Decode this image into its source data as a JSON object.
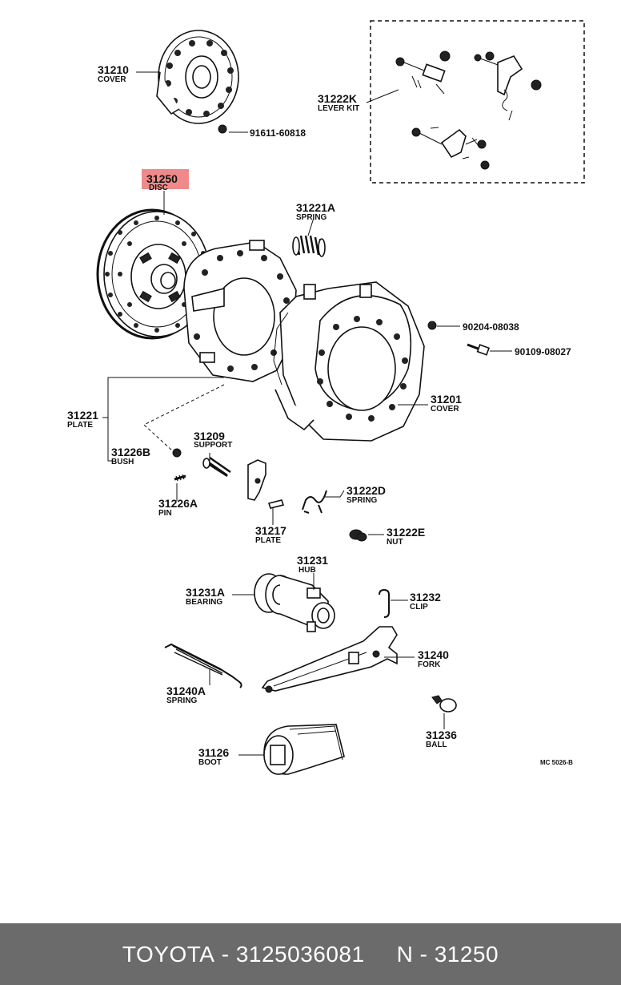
{
  "parts": [
    {
      "id": "p31210",
      "number": "31210",
      "name": "COVER"
    },
    {
      "id": "p31222K",
      "number": "31222K",
      "name": "LEVER KIT"
    },
    {
      "id": "p91611",
      "number": "91611-60818",
      "name": ""
    },
    {
      "id": "p31250",
      "number": "31250",
      "name": "DISC",
      "highlighted": true
    },
    {
      "id": "p31221A",
      "number": "31221A",
      "name": "SPRING"
    },
    {
      "id": "p90204",
      "number": "90204-08038",
      "name": ""
    },
    {
      "id": "p90109",
      "number": "90109-08027",
      "name": ""
    },
    {
      "id": "p31201",
      "number": "31201",
      "name": "COVER"
    },
    {
      "id": "p31221",
      "number": "31221",
      "name": "PLATE"
    },
    {
      "id": "p31209",
      "number": "31209",
      "name": "SUPPORT"
    },
    {
      "id": "p31226B",
      "number": "31226B",
      "name": "BUSH"
    },
    {
      "id": "p31226A",
      "number": "31226A",
      "name": "PIN"
    },
    {
      "id": "p31222D",
      "number": "31222D",
      "name": "SPRING"
    },
    {
      "id": "p31217",
      "number": "31217",
      "name": "PLATE"
    },
    {
      "id": "p31222E",
      "number": "31222E",
      "name": "NUT"
    },
    {
      "id": "p31231",
      "number": "31231",
      "name": "HUB"
    },
    {
      "id": "p31231A",
      "number": "31231A",
      "name": "BEARING"
    },
    {
      "id": "p31232",
      "number": "31232",
      "name": "CLIP"
    },
    {
      "id": "p31240",
      "number": "31240",
      "name": "FORK"
    },
    {
      "id": "p31240A",
      "number": "31240A",
      "name": "SPRING"
    },
    {
      "id": "p31236",
      "number": "31236",
      "name": "BALL"
    },
    {
      "id": "p31126",
      "number": "31126",
      "name": "BOOT"
    }
  ],
  "diagram_code": "MC 5026-B",
  "highlight_color": "#f08a8a",
  "footer": {
    "brand": "TOYOTA",
    "separator": "-",
    "part_number": "3125036081",
    "ref_prefix": "N",
    "ref_number": "31250",
    "background": "#6b6b6b"
  }
}
